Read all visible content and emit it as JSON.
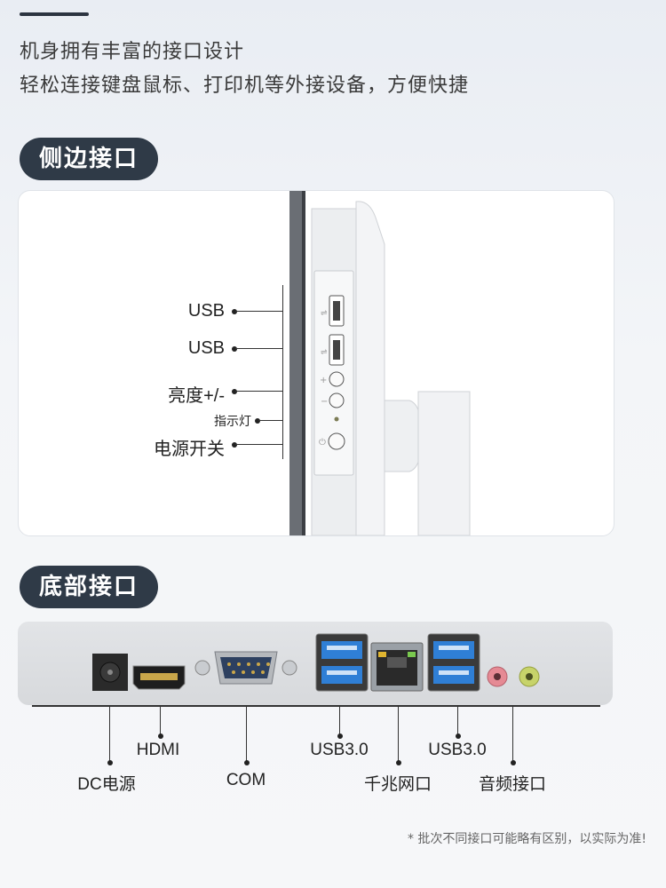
{
  "intro": {
    "line1": "机身拥有丰富的接口设计",
    "line2": "轻松连接键盘鼠标、打印机等外接设备，方便快捷"
  },
  "side_section": {
    "title": "侧边接口",
    "labels": {
      "usb1": "USB",
      "usb2": "USB",
      "brightness": "亮度+/-",
      "indicator": "指示灯",
      "power": "电源开关"
    }
  },
  "bottom_section": {
    "title": "底部接口",
    "labels": {
      "dc": "DC电源",
      "hdmi": "HDMI",
      "com": "COM",
      "usb30_left": "USB3.0",
      "lan": "千兆网口",
      "usb30_right": "USB3.0",
      "audio": "音频接口"
    }
  },
  "footnote": "* 批次不同接口可能略有区别，以实际为准!",
  "colors": {
    "pill_bg": "#2f3a47",
    "usb_blue": "#2f7fd6",
    "mic_pink": "#e58a94",
    "audio_green": "#c7d36a"
  }
}
